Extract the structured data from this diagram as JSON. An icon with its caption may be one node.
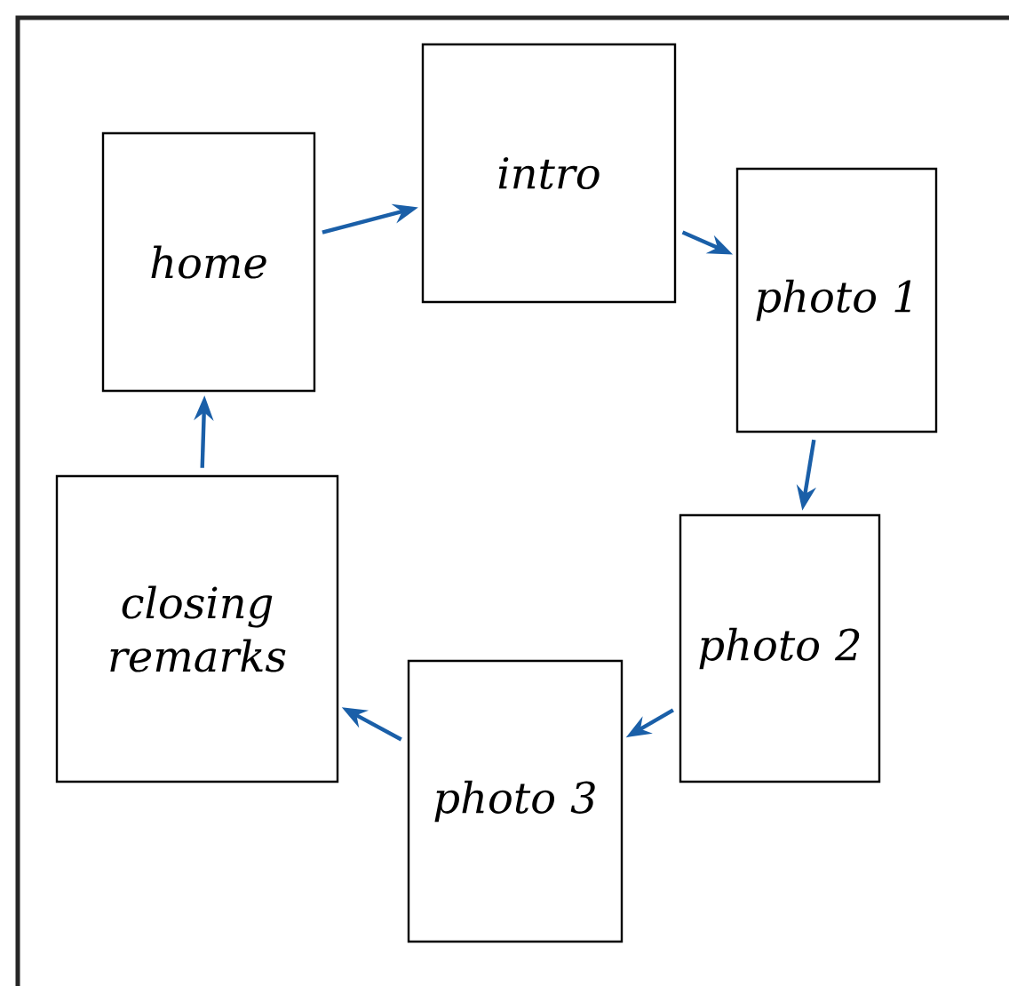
{
  "diagram": {
    "nodes": [
      {
        "text": [
          "home"
        ]
      },
      {
        "text": [
          "intro"
        ]
      },
      {
        "text": [
          "photo 1"
        ]
      },
      {
        "text": [
          "photo 2"
        ]
      },
      {
        "text": [
          "photo 3"
        ]
      },
      {
        "text": [
          "closing remarks"
        ]
      }
    ],
    "edges": [
      {
        "from": 0,
        "to": 1,
        "arrow": "to"
      },
      {
        "from": 1,
        "to": 2,
        "arrow": "to"
      },
      {
        "from": 2,
        "to": 3,
        "arrow": "to"
      },
      {
        "from": 3,
        "to": 4,
        "arrow": "to"
      },
      {
        "from": 4,
        "to": 5,
        "arrow": "to"
      },
      {
        "from": 5,
        "to": 0,
        "arrow": "to"
      }
    ]
  }
}
